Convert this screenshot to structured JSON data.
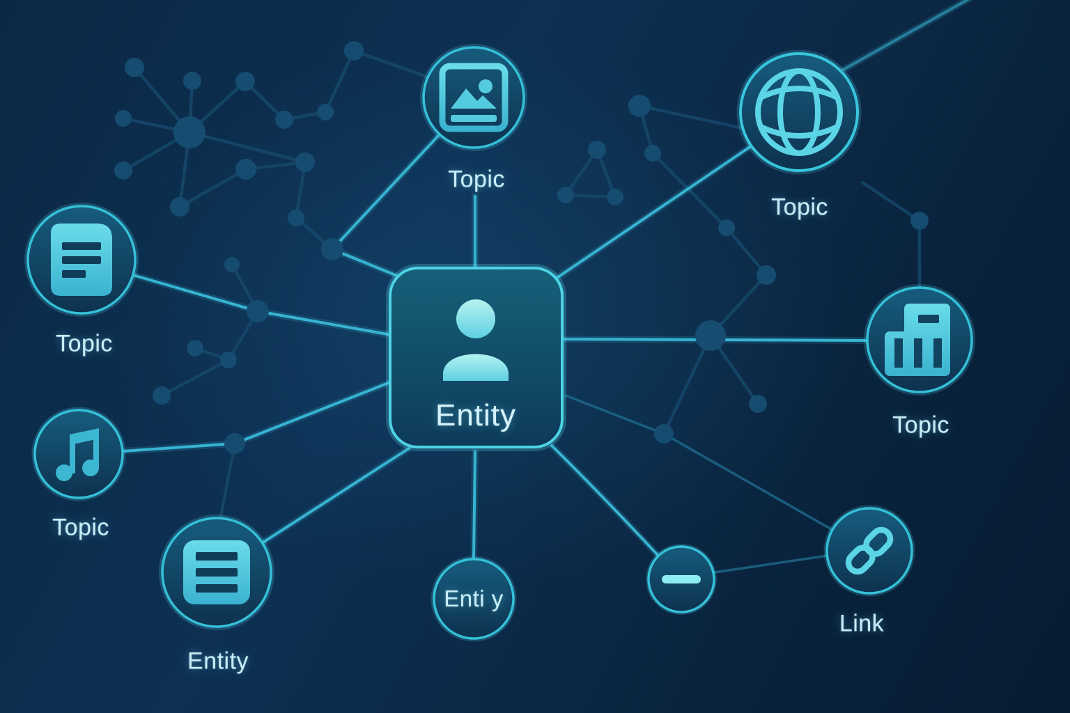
{
  "diagram": {
    "type": "knowledge-graph-illustration",
    "center": {
      "label": "Entity",
      "icon": "person-icon"
    },
    "nodes": [
      {
        "id": "topic-image",
        "label": "Topic",
        "icon": "image-icon"
      },
      {
        "id": "topic-globe",
        "label": "Topic",
        "icon": "globe-icon"
      },
      {
        "id": "topic-building",
        "label": "Topic",
        "icon": "building-chart-icon"
      },
      {
        "id": "topic-document",
        "label": "Topic",
        "icon": "document-icon"
      },
      {
        "id": "topic-music",
        "label": "Topic",
        "icon": "music-note-icon"
      },
      {
        "id": "entity-list",
        "label": "Entity",
        "icon": "list-icon"
      },
      {
        "id": "entity-small",
        "label": "Enti y",
        "icon": ""
      },
      {
        "id": "minus",
        "label": "",
        "icon": "minus-icon"
      },
      {
        "id": "link",
        "label": "Link",
        "icon": "chain-link-icon"
      }
    ],
    "colors": {
      "background_top": "#0d3053",
      "background_bottom": "#071c32",
      "accent_line": "#3cc3dd",
      "node_rim": "#35c0d8",
      "node_fill_top": "#155877",
      "node_fill_bottom": "#0d324f",
      "icon": "#4fc8dd",
      "label_text": "#c8edf8",
      "dim_network": "#164a6c"
    }
  }
}
